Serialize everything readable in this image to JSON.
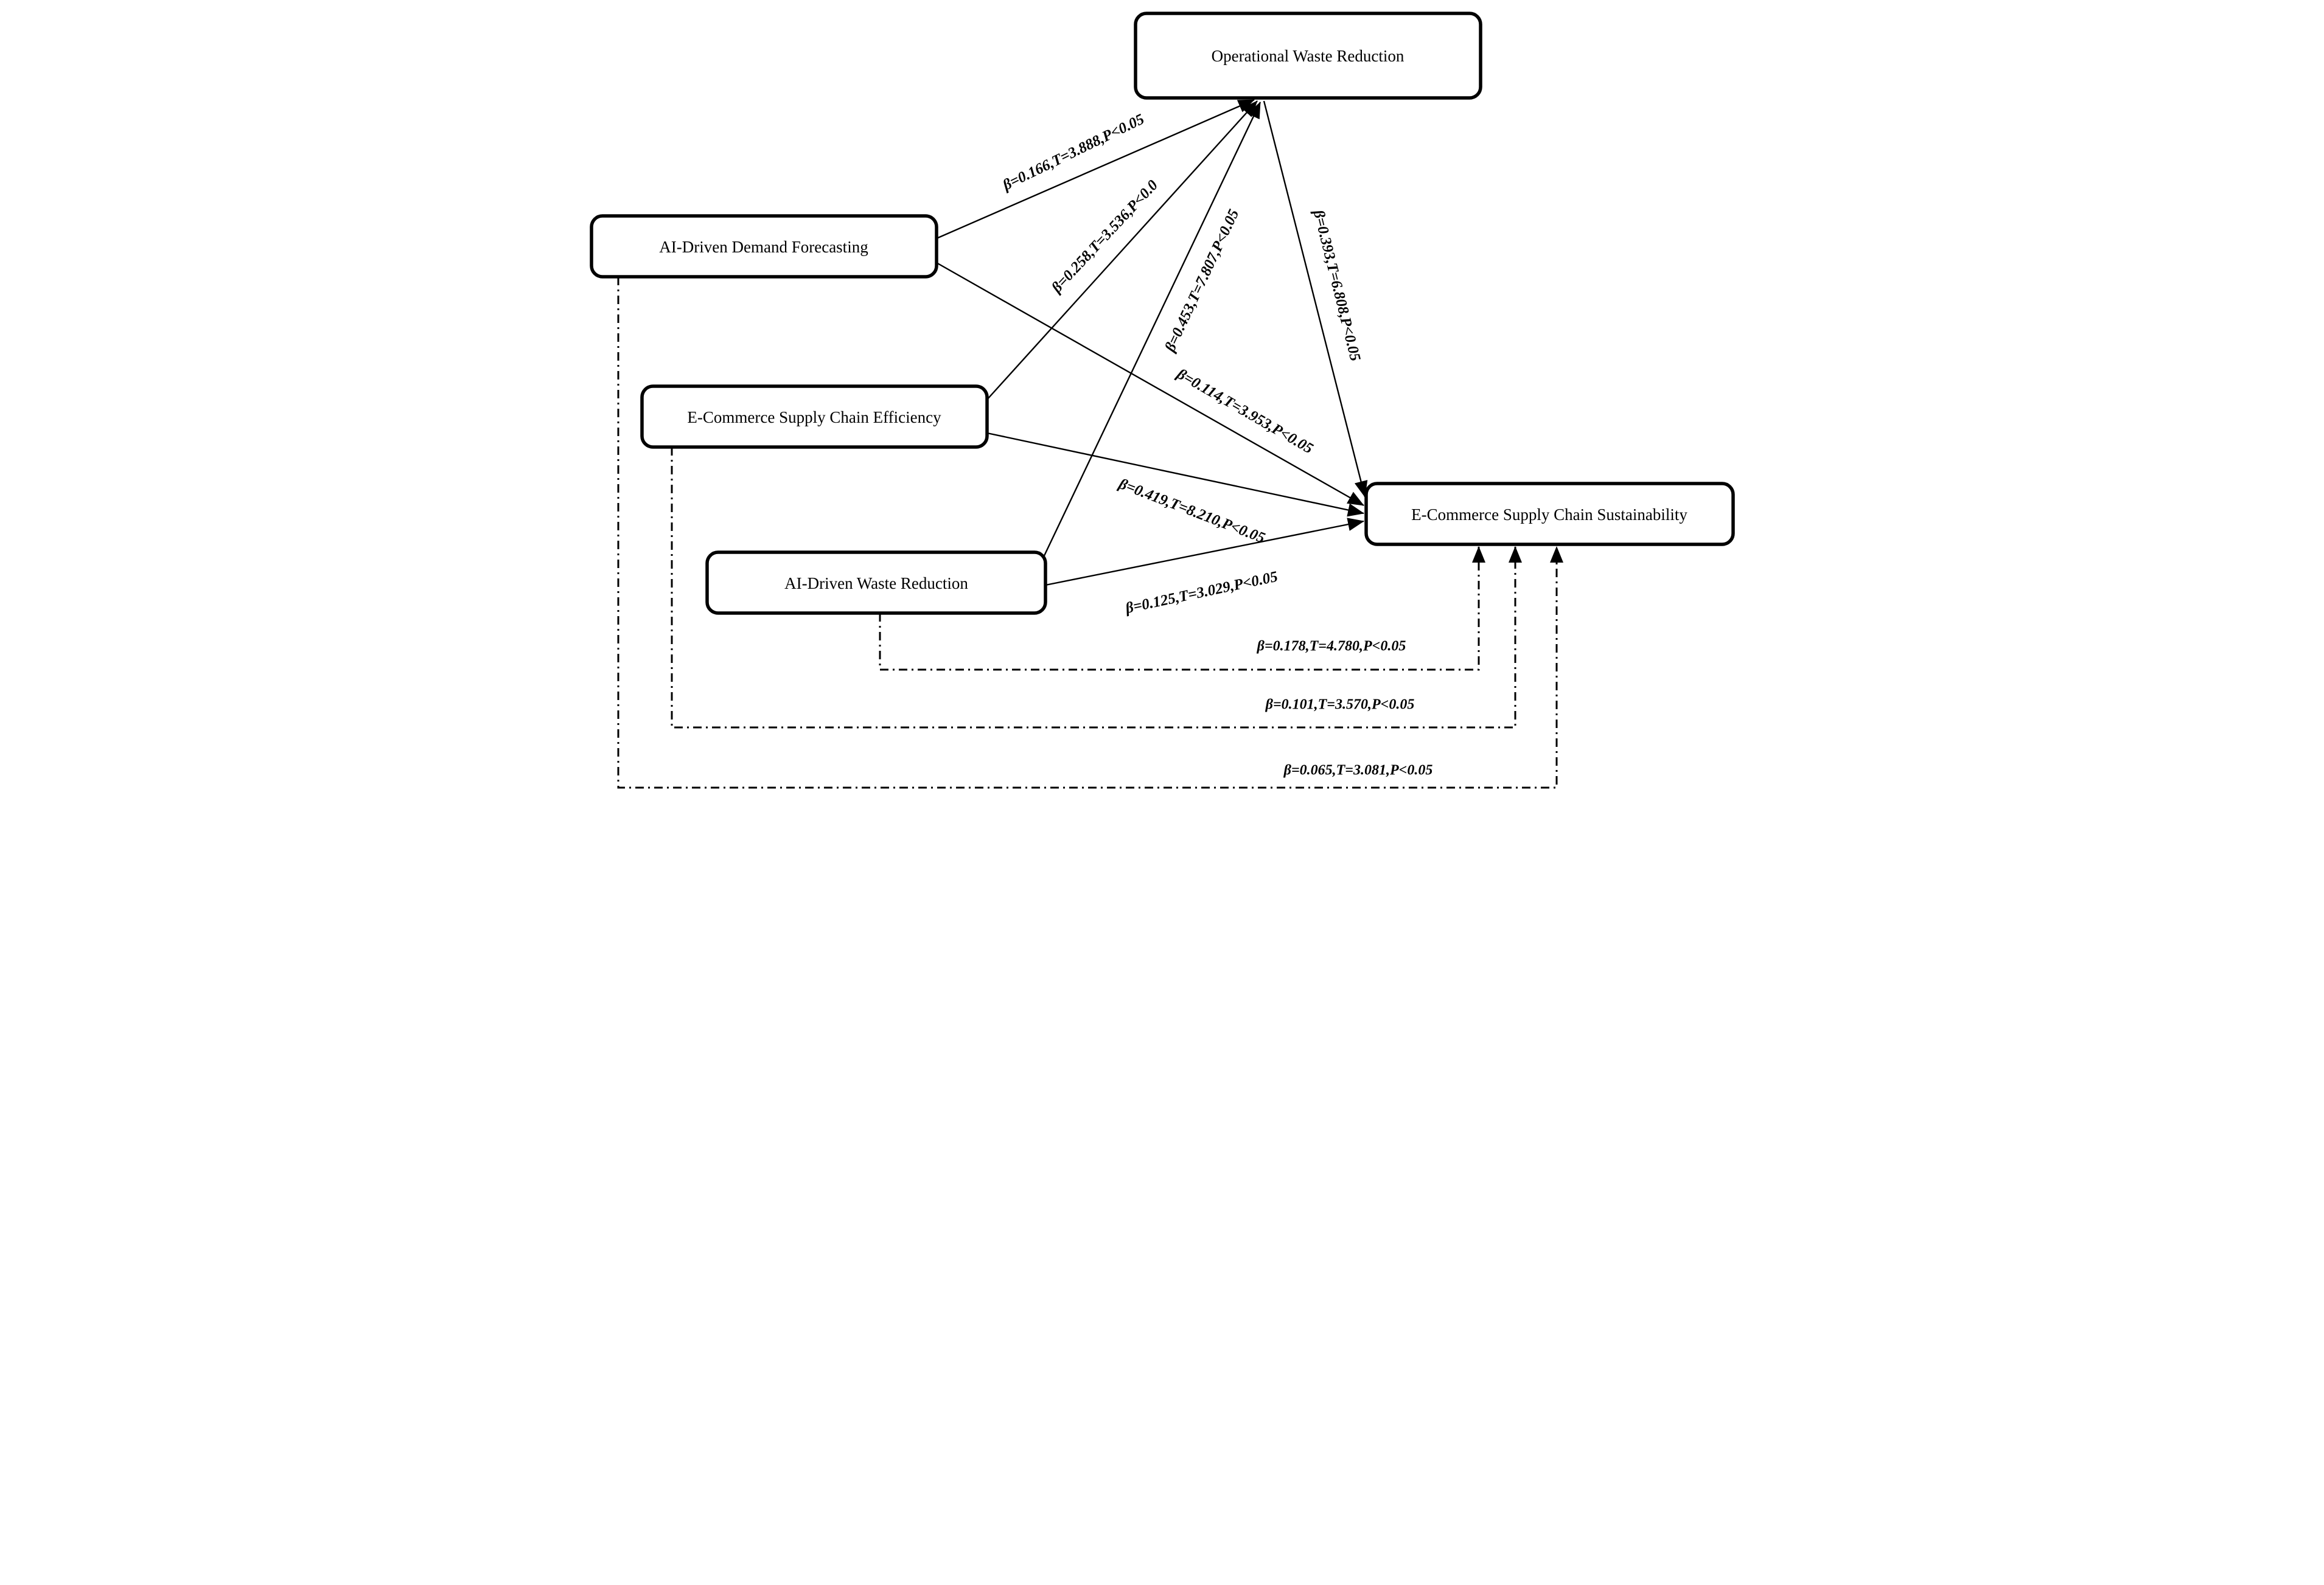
{
  "figure": {
    "type": "path-diagram",
    "colors": {
      "ink": "#000000",
      "background": "#ffffff",
      "node_fill": "#ffffff"
    },
    "nodes": [
      {
        "id": "operational-waste-reduction",
        "label": "Operational Waste Reduction"
      },
      {
        "id": "ai-driven-demand-forecasting",
        "label": "AI-Driven Demand Forecasting"
      },
      {
        "id": "ecommerce-supply-chain-efficiency",
        "label": "E-Commerce Supply Chain Efficiency"
      },
      {
        "id": "ai-driven-waste-reduction",
        "label": "AI-Driven Waste Reduction"
      },
      {
        "id": "ecommerce-supply-chain-sustainability",
        "label": "E-Commerce Supply Chain Sustainability"
      }
    ],
    "edges": [
      {
        "from": "ai-driven-demand-forecasting",
        "to": "operational-waste-reduction",
        "style": "solid",
        "label": "β=0.166,T=3.888,P<0.05"
      },
      {
        "from": "ecommerce-supply-chain-efficiency",
        "to": "operational-waste-reduction",
        "style": "solid",
        "label": "β=0.258,T=3.536,P<0.0"
      },
      {
        "from": "ai-driven-waste-reduction",
        "to": "operational-waste-reduction",
        "style": "solid",
        "label": "β=0.453,T=7.807,P<0.05"
      },
      {
        "from": "operational-waste-reduction",
        "to": "ecommerce-supply-chain-sustainability",
        "style": "solid",
        "label": "β=0.393,T=6.808,P<0.05"
      },
      {
        "from": "ai-driven-demand-forecasting",
        "to": "ecommerce-supply-chain-sustainability",
        "style": "solid",
        "label": "β=0.114,T=3.953,P<0.05"
      },
      {
        "from": "ecommerce-supply-chain-efficiency",
        "to": "ecommerce-supply-chain-sustainability",
        "style": "solid",
        "label": "β=0.419,T=8.210,P<0.05"
      },
      {
        "from": "ai-driven-waste-reduction",
        "to": "ecommerce-supply-chain-sustainability",
        "style": "solid",
        "label": "β=0.125,T=3.029,P<0.05"
      },
      {
        "from": "ai-driven-waste-reduction",
        "to": "ecommerce-supply-chain-sustainability",
        "style": "dash-dot",
        "label": "β=0.178,T=4.780,P<0.05"
      },
      {
        "from": "ecommerce-supply-chain-efficiency",
        "to": "ecommerce-supply-chain-sustainability",
        "style": "dash-dot",
        "label": "β=0.101,T=3.570,P<0.05"
      },
      {
        "from": "ai-driven-demand-forecasting",
        "to": "ecommerce-supply-chain-sustainability",
        "style": "dash-dot",
        "label": "β=0.065,T=3.081,P<0.05"
      }
    ]
  }
}
